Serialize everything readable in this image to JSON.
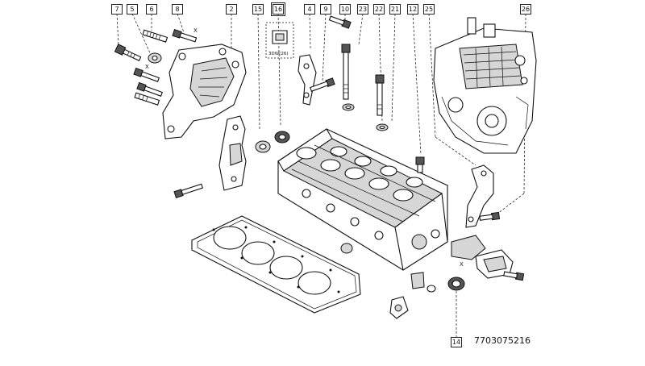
{
  "references": [
    {
      "id": "r7",
      "label": "7"
    },
    {
      "id": "r5",
      "label": "5"
    },
    {
      "id": "r6",
      "label": "6"
    },
    {
      "id": "r8",
      "label": "8"
    },
    {
      "id": "r2",
      "label": "2"
    },
    {
      "id": "r15",
      "label": "15"
    },
    {
      "id": "r16",
      "label": "16"
    },
    {
      "id": "r4",
      "label": "4"
    },
    {
      "id": "r9",
      "label": "9"
    },
    {
      "id": "r10",
      "label": "10"
    },
    {
      "id": "r23",
      "label": "23"
    },
    {
      "id": "r22",
      "label": "22"
    },
    {
      "id": "r21",
      "label": "21"
    },
    {
      "id": "r12",
      "label": "12"
    },
    {
      "id": "r25",
      "label": "25"
    },
    {
      "id": "r26",
      "label": "26"
    },
    {
      "id": "r14",
      "label": "14"
    }
  ],
  "inset_16_text": "3DW(26)",
  "torque_marks": [
    "X",
    "X",
    "X"
  ],
  "catalog_number": "7703075216"
}
